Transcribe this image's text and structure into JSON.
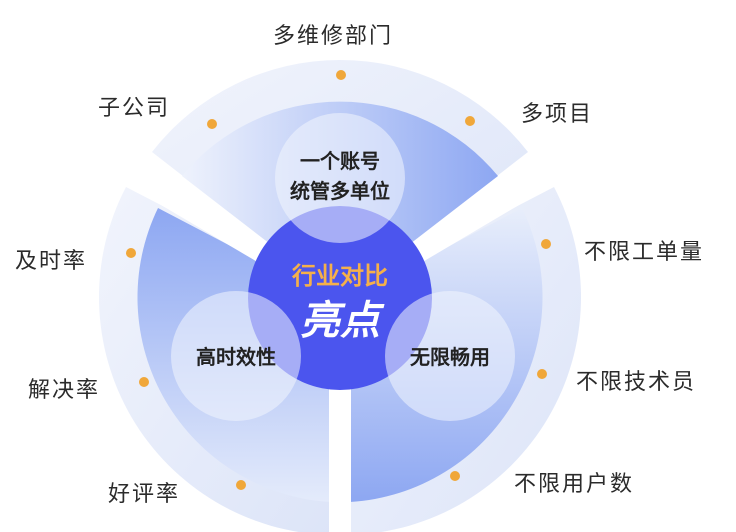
{
  "center": {
    "line1": "行业对比",
    "line2": "亮点",
    "line1_color": "#F5B04A",
    "bg_color": "#4B55EE"
  },
  "sectors": [
    {
      "title_lines": [
        "一个账号",
        "统管多单位"
      ],
      "items": [
        "子公司",
        "多维修部门",
        "多项目"
      ]
    },
    {
      "title_lines": [
        "高时效性"
      ],
      "items": [
        "及时率",
        "解决率",
        "好评率"
      ]
    },
    {
      "title_lines": [
        "无限畅用"
      ],
      "items": [
        "不限工单量",
        "不限技术员",
        "不限用户数"
      ]
    }
  ],
  "colors": {
    "dot": "#F0A73A",
    "outer_ring": "#E6ECFA",
    "sector": "#8EA8F2"
  }
}
